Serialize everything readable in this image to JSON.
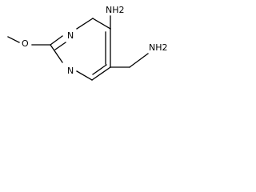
{
  "molecule": {
    "labels": {
      "n_top": "N",
      "n_bottom": "N",
      "o_methoxy": "O",
      "nh2_top": "NH2",
      "nh2_side": "NH2"
    },
    "colors": {
      "bond": "#000000",
      "text": "#000000",
      "background": "#ffffff"
    }
  }
}
